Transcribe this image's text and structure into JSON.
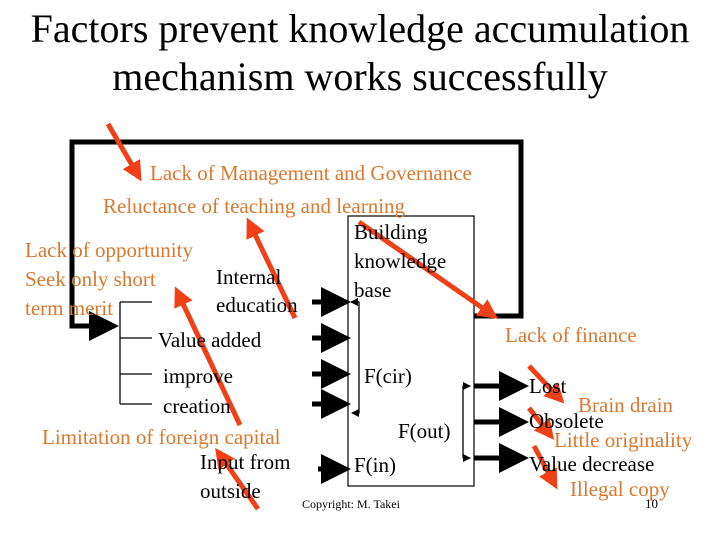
{
  "slide": {
    "title_line1": "Factors prevent knowledge accumulation",
    "title_line2": "mechanism works successfully",
    "copyright": "Copyright: M. Takei",
    "page_number": "10"
  },
  "colors": {
    "factor_text": "#D9782F",
    "red_arrow": "#F04018",
    "diagram_line": "#000000"
  },
  "factors": {
    "management": "Lack of Management and Governance",
    "reluctance": "Reluctance of teaching and learning",
    "opportunity": "Lack of opportunity",
    "short_term_1": "Seek only short",
    "short_term_2": "term merit",
    "foreign_capital": "Limitation of foreign capital",
    "finance": "Lack of finance",
    "brain_drain": "Brain drain",
    "originality": "Little originality",
    "illegal_copy": "Illegal copy"
  },
  "inputs": {
    "internal_1": "Internal",
    "internal_2": "education",
    "value_added": "Value added",
    "improve": "improve",
    "creation": "creation",
    "outside_1": "Input from",
    "outside_2": "outside"
  },
  "box": {
    "title_1": "Building",
    "title_2": "knowledge",
    "title_3": "base",
    "f_cir": "F(cir)",
    "f_out": "F(out)",
    "f_in": "F(in)"
  },
  "outputs": {
    "lost": "Lost",
    "obsolete": "Obsolete",
    "value_decrease": "Value decrease"
  }
}
